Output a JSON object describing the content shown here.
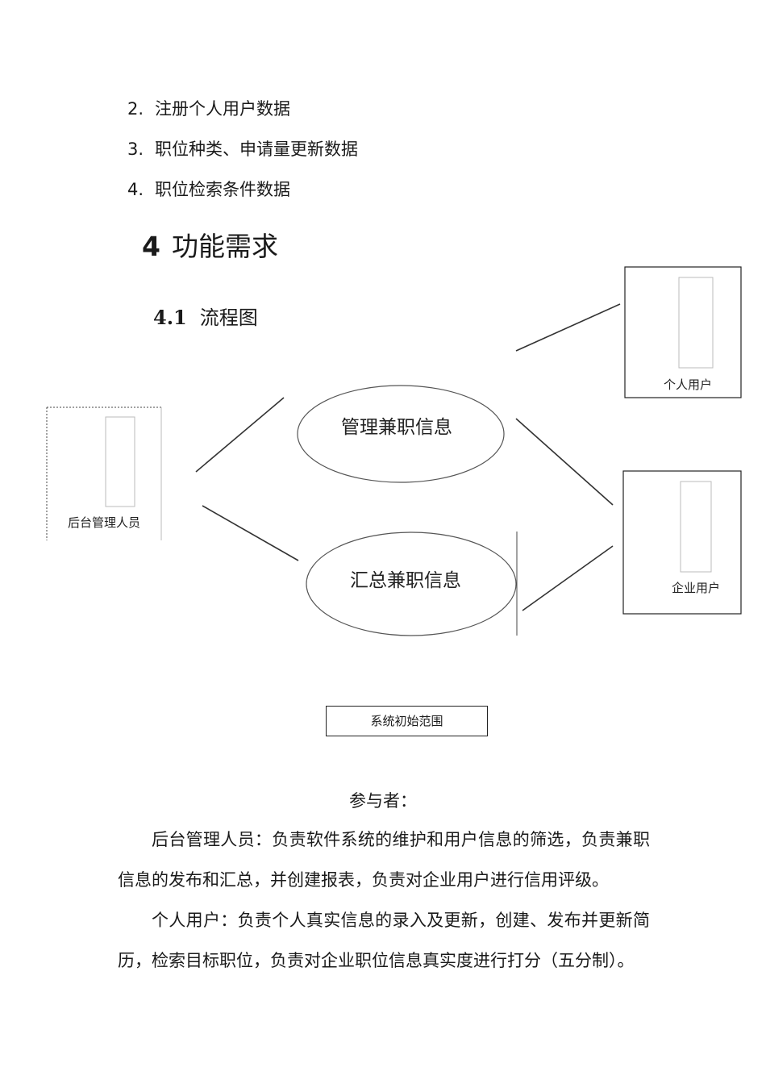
{
  "list": [
    {
      "num": "2.",
      "text": "注册个人用户数据"
    },
    {
      "num": "3.",
      "text": "职位种类、申请量更新数据"
    },
    {
      "num": "4.",
      "text": "职位检索条件数据"
    }
  ],
  "heading1": {
    "num": "4",
    "text": "功能需求"
  },
  "heading2": {
    "num": "4.1",
    "text": "流程图"
  },
  "diagram": {
    "actor_admin": "后台管理人员",
    "actor_personal": "个人用户",
    "actor_enterprise": "企业用户",
    "usecase_manage": "管理兼职信息",
    "usecase_summary": "汇总兼职信息",
    "caption": "系统初始范围"
  },
  "participants_title": "参与者：",
  "paragraphs": [
    {
      "label": "后台管理人员：",
      "text": "负责软件系统的维护和用户信息的筛选，负责兼职信息的发布和汇总，并创建报表，负责对企业用户进行信用评级。"
    },
    {
      "label": "个人用户：",
      "text": "负责个人真实信息的录入及更新，创建、发布并更新简历，检索目标职位，负责对企业职位信息真实度进行打分（五分制）。"
    }
  ]
}
